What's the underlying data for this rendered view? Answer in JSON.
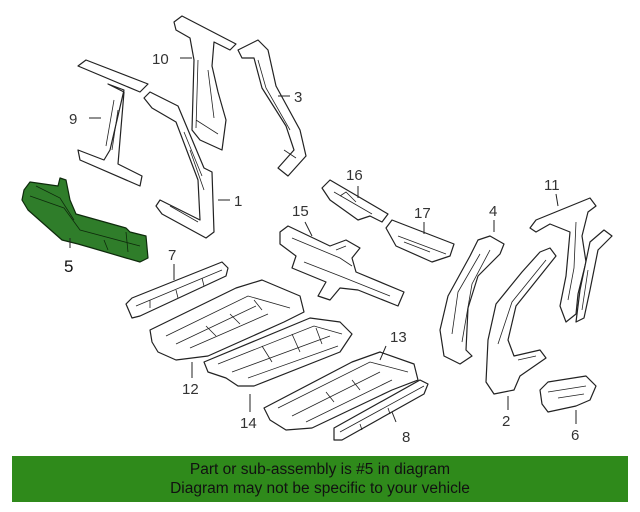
{
  "callouts": {
    "c1": "1",
    "c2": "2",
    "c3": "3",
    "c4": "4",
    "c5": "5",
    "c6": "6",
    "c7": "7",
    "c8": "8",
    "c9": "9",
    "c10": "10",
    "c11": "11",
    "c12": "12",
    "c13": "13",
    "c14": "14",
    "c15": "15",
    "c16": "16",
    "c17": "17"
  },
  "highlight_color": "#2f7d2a",
  "banner": {
    "line1": "Part or sub-assembly is #5 in diagram",
    "line2": "Diagram may not be specific to your vehicle",
    "color": "#2f8a1b"
  }
}
